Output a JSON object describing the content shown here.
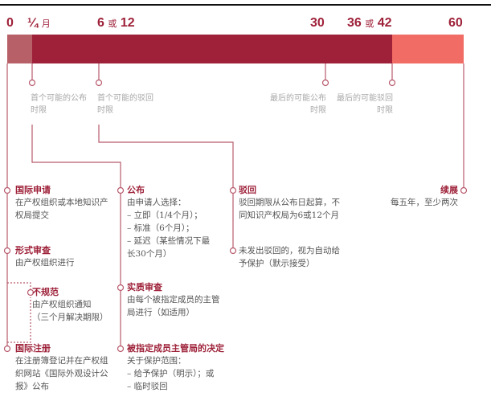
{
  "ticks": {
    "t0": "0",
    "t1": "¼",
    "t1_unit": "月",
    "t2a": "6",
    "t2_or": "或",
    "t2b": "12",
    "t3": "30",
    "t4a": "36",
    "t4_or": "或",
    "t4b": "42",
    "t5": "60"
  },
  "milestones": [
    {
      "label": "首个可能的公布时限"
    },
    {
      "label": "首个可能的驳回时限"
    },
    {
      "label": "最后的可能公布时限"
    },
    {
      "label": "最后的可能驳回时限"
    }
  ],
  "steps": {
    "intl_app": {
      "title": "国际申请",
      "text": "在产权组织或本地知识产权局提交"
    },
    "formal": {
      "title": "形式审查",
      "text": "由产权组织进行"
    },
    "irregular": {
      "title": "不规范",
      "text1": "由产权组织通知",
      "text2": "（三个月解决期限）"
    },
    "intl_reg": {
      "title": "国际注册",
      "text": "在注册簿登记并在产权组织网站《国际外观设计公报》公布"
    },
    "publication": {
      "title": "公布",
      "l1": "由申请人选择：",
      "l2": "– 立即（1/4个月）；",
      "l3": "– 标准（6个月）；",
      "l4": "– 延迟（某些情况下最长30个月）"
    },
    "substantive": {
      "title": "实质审查",
      "text": "由每个被指定成员的主管局进行（如适用）"
    },
    "decision": {
      "title": "被指定成员主管局的决定",
      "l1": "关于保护范围：",
      "l2": "– 给予保护（明示）；或",
      "l3": "– 临时驳回"
    },
    "refusal": {
      "title": "驳回",
      "text": "驳回期限从公布日起算，不同知识产权局为6或12个月"
    },
    "no_refusal": {
      "text": "未发出驳回的，视为自动给予保护（默示接受）"
    },
    "renewal": {
      "title": "续展",
      "text": "每五年，至少两次"
    }
  },
  "colors": {
    "accent": "#9e2139",
    "light": "#b86068",
    "salmon": "#f06c64"
  }
}
